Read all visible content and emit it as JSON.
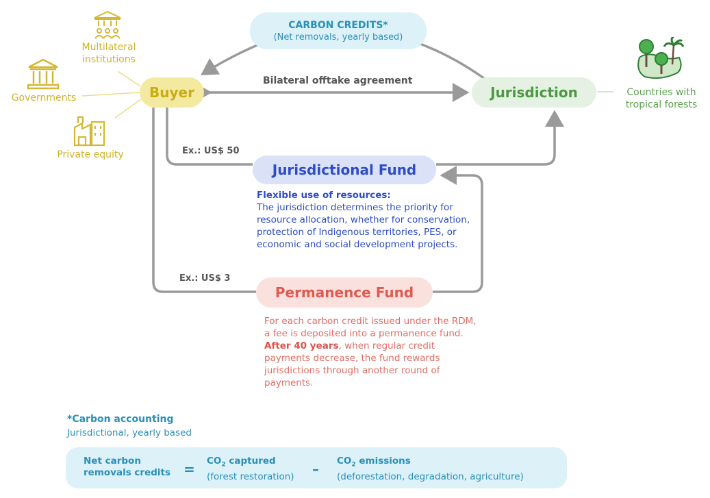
{
  "carbon_credits": {
    "title": "CARBON CREDITS*",
    "subtitle": "(Net removals, yearly based)"
  },
  "buyer": {
    "label": "Buyer"
  },
  "jurisdiction": {
    "label": "Jurisdiction"
  },
  "bilateral": {
    "label": "Bilateral offtake agreement"
  },
  "buyer_sources": {
    "multilateral": "Multilateral institutions",
    "governments": "Governments",
    "private_equity": "Private equity"
  },
  "countries": {
    "label": "Countries with tropical forests"
  },
  "jurisdictional_fund": {
    "label": "Jurisdictional Fund",
    "example": "Ex.: US$ 50"
  },
  "flexible": {
    "heading": "Flexible use of resources:",
    "body": "The jurisdiction determines the priority for resource allocation, whether for conservation, protection of Indigenous territories, PES, or economic and social development projects."
  },
  "permanence_fund": {
    "label": "Permanence Fund",
    "example": "Ex.: US$ 3"
  },
  "permanence": {
    "body_before": "For each carbon credit issued under the RDM, a fee is deposited into a permanence fund. ",
    "bold": "After 40 years",
    "body_after": ", when regular credit payments decrease, the fund rewards jurisdictions through another round of payments."
  },
  "accounting": {
    "title": "*Carbon accounting",
    "subtitle": "Jurisdictional, yearly based",
    "net_line1": "Net carbon",
    "net_line2": "removals credits",
    "equals": "=",
    "co2": "CO",
    "two": "2",
    "captured_suffix": " captured",
    "captured_sub": "(forest restoration)",
    "minus": "–",
    "emissions_suffix": " emissions",
    "emissions_sub": "(deforestation, degradation, agriculture)"
  },
  "colors": {
    "buyer": "#c9ac16",
    "jurisdiction": "#4a9a43",
    "jfund": "#2d4cc8",
    "pfund": "#e05a52",
    "credits": "#2b8fb8",
    "arrow": "#9a9a9a"
  },
  "icons": [
    "institution-icon",
    "government-building-icon",
    "factory-icon",
    "forest-icon"
  ]
}
